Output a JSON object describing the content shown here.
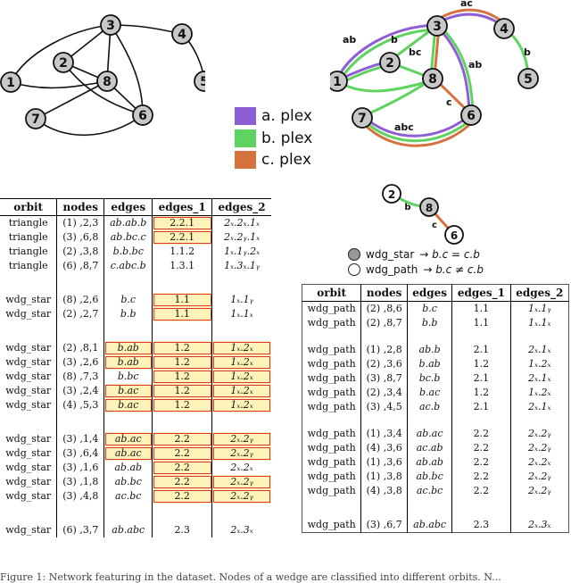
{
  "legend": {
    "items": [
      {
        "label": "a. plex",
        "color": "#8e5fd4"
      },
      {
        "label": "b. plex",
        "color": "#5fd35f"
      },
      {
        "label": "c. plex",
        "color": "#d4733d"
      }
    ]
  },
  "graph_left": {
    "nodes": [
      "1",
      "2",
      "3",
      "4",
      "5",
      "6",
      "7",
      "8"
    ]
  },
  "graph_right": {
    "edge_labels": [
      "ab",
      "b",
      "bc",
      "ac",
      "b",
      "ab",
      "c",
      "abc"
    ]
  },
  "small_graph": {
    "nodes": [
      "2",
      "8",
      "6"
    ],
    "edge_labels": [
      "b",
      "c"
    ]
  },
  "notes": {
    "star_label": "wdg_star",
    "star_rule": "→  b.c  =  c.b",
    "path_label": "wdg_path",
    "path_rule": "→  b.c ≠ c.b"
  },
  "left_table": {
    "headers": [
      "orbit",
      "nodes",
      "edges",
      "edges_1",
      "edges_2"
    ],
    "rows": [
      [
        "triangle",
        "(1) ,2,3",
        "ab.ab.b",
        "2.2.1",
        "2x.2x.1x"
      ],
      [
        "triangle",
        "(3) ,6,8",
        "ab.bc.c",
        "2.2.1",
        "2x.2y.1x"
      ],
      [
        "triangle",
        "(2) ,3,8",
        "b.b.bc",
        "1.1.2",
        "1x.1y.2x"
      ],
      [
        "triangle",
        "(6) ,8,7",
        "c.abc.b",
        "1.3.1",
        "1x.3x.1y"
      ],
      [
        "wdg_star",
        "(8) ,2,6",
        "b.c",
        "1.1",
        "1x.1y"
      ],
      [
        "wdg_star",
        "(2) ,2,7",
        "b.b",
        "1.1",
        "1x.1x"
      ],
      [
        "wdg_star",
        "(2) ,8,1",
        "b.ab",
        "1.2",
        "1x.2x"
      ],
      [
        "wdg_star",
        "(3) ,2,6",
        "b.ab",
        "1.2",
        "1x.2x"
      ],
      [
        "wdg_star",
        "(8) ,7,3",
        "b.bc",
        "1.2",
        "1x.2x"
      ],
      [
        "wdg_star",
        "(3) ,2,4",
        "b.ac",
        "1.2",
        "1x.2x"
      ],
      [
        "wdg_star",
        "(4) ,5,3",
        "b.ac",
        "1.2",
        "1x.2x"
      ],
      [
        "wdg_star",
        "(3) ,1,4",
        "ab.ac",
        "2.2",
        "2x.2y"
      ],
      [
        "wdg_star",
        "(3) ,6,4",
        "ab.ac",
        "2.2",
        "2x.2y"
      ],
      [
        "wdg_star",
        "(3) ,1,6",
        "ab.ab",
        "2.2",
        "2x.2x"
      ],
      [
        "wdg_star",
        "(3) ,1,8",
        "ab.bc",
        "2.2",
        "2x.2y"
      ],
      [
        "wdg_star",
        "(3) ,4,8",
        "ac.bc",
        "2.2",
        "2x.2y"
      ],
      [
        "wdg_star",
        "(6) ,3,7",
        "ab.abc",
        "2.3",
        "2x.3x"
      ]
    ]
  },
  "right_table": {
    "headers": [
      "orbit",
      "nodes",
      "edges",
      "edges_1",
      "edges_2"
    ],
    "rows": [
      [
        "wdg_path",
        "(2) ,8,6",
        "b.c",
        "1.1",
        "1x.1y"
      ],
      [
        "wdg_path",
        "(2) ,8,7",
        "b.b",
        "1.1",
        "1x.1x"
      ],
      [
        "wdg_path",
        "(1) ,2,8",
        "ab.b",
        "2.1",
        "2x.1x"
      ],
      [
        "wdg_path",
        "(2) ,3,6",
        "b.ab",
        "1.2",
        "1x.2x"
      ],
      [
        "wdg_path",
        "(3) ,8,7",
        "bc.b",
        "2.1",
        "2x.1x"
      ],
      [
        "wdg_path",
        "(2) ,3,4",
        "b.ac",
        "1.2",
        "1x.2x"
      ],
      [
        "wdg_path",
        "(3) ,4,5",
        "ac.b",
        "2.1",
        "2x.1x"
      ],
      [
        "wdg_path",
        "(1) ,3,4",
        "ab.ac",
        "2.2",
        "2x.2y"
      ],
      [
        "wdg_path",
        "(4) ,3,6",
        "ac.ab",
        "2.2",
        "2x.2y"
      ],
      [
        "wdg_path",
        "(1) ,3,6",
        "ab.ab",
        "2.2",
        "2x.2x"
      ],
      [
        "wdg_path",
        "(1) ,3,8",
        "ab.bc",
        "2.2",
        "2x.2y"
      ],
      [
        "wdg_path",
        "(4) ,3,8",
        "ac.bc",
        "2.2",
        "2x.2y"
      ],
      [
        "wdg_path",
        "(3) ,6,7",
        "ab.abc",
        "2.3",
        "2x.3x"
      ]
    ]
  },
  "caption": "Figure 1: Network featuring in the dataset. Nodes of a wedge are classified into different orbits. N..."
}
